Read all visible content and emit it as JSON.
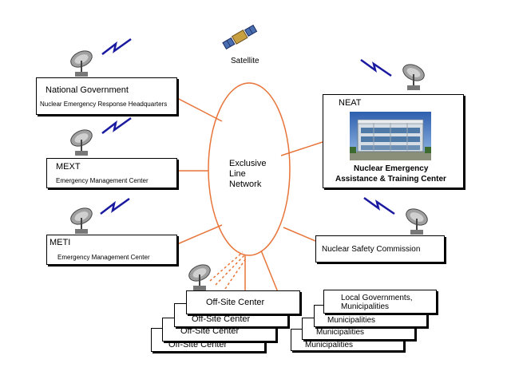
{
  "satellite": {
    "label": "Satellite"
  },
  "network": {
    "line1": "Exclusive",
    "line2": "Line",
    "line3": "Network"
  },
  "national": {
    "title": "National Government",
    "subtitle": "Nuclear Emergency Response Headquarters"
  },
  "mext": {
    "title": "MEXT",
    "subtitle": "Emergency Management Center"
  },
  "meti": {
    "title": "METI",
    "subtitle": "Emergency Management Center"
  },
  "neat": {
    "title": "NEAT",
    "line1": "Nuclear Emergency",
    "line2": "Assistance & Training Center"
  },
  "nsc": {
    "title": "Nuclear Safety Commission"
  },
  "offsite": {
    "front": "Off-Site Center",
    "back1": "Off-Site Center",
    "back2": "Off-Site Center",
    "back3": "Off-Site Center"
  },
  "local": {
    "line1": "Local Governments,",
    "line2": "Municipalities",
    "m1": "Municipalities",
    "m2": "Municipalities",
    "m3": "Municipalities"
  },
  "colors": {
    "link": "#e8753a",
    "signal": "#1a1aa0",
    "dish": "#8a8a8a"
  }
}
